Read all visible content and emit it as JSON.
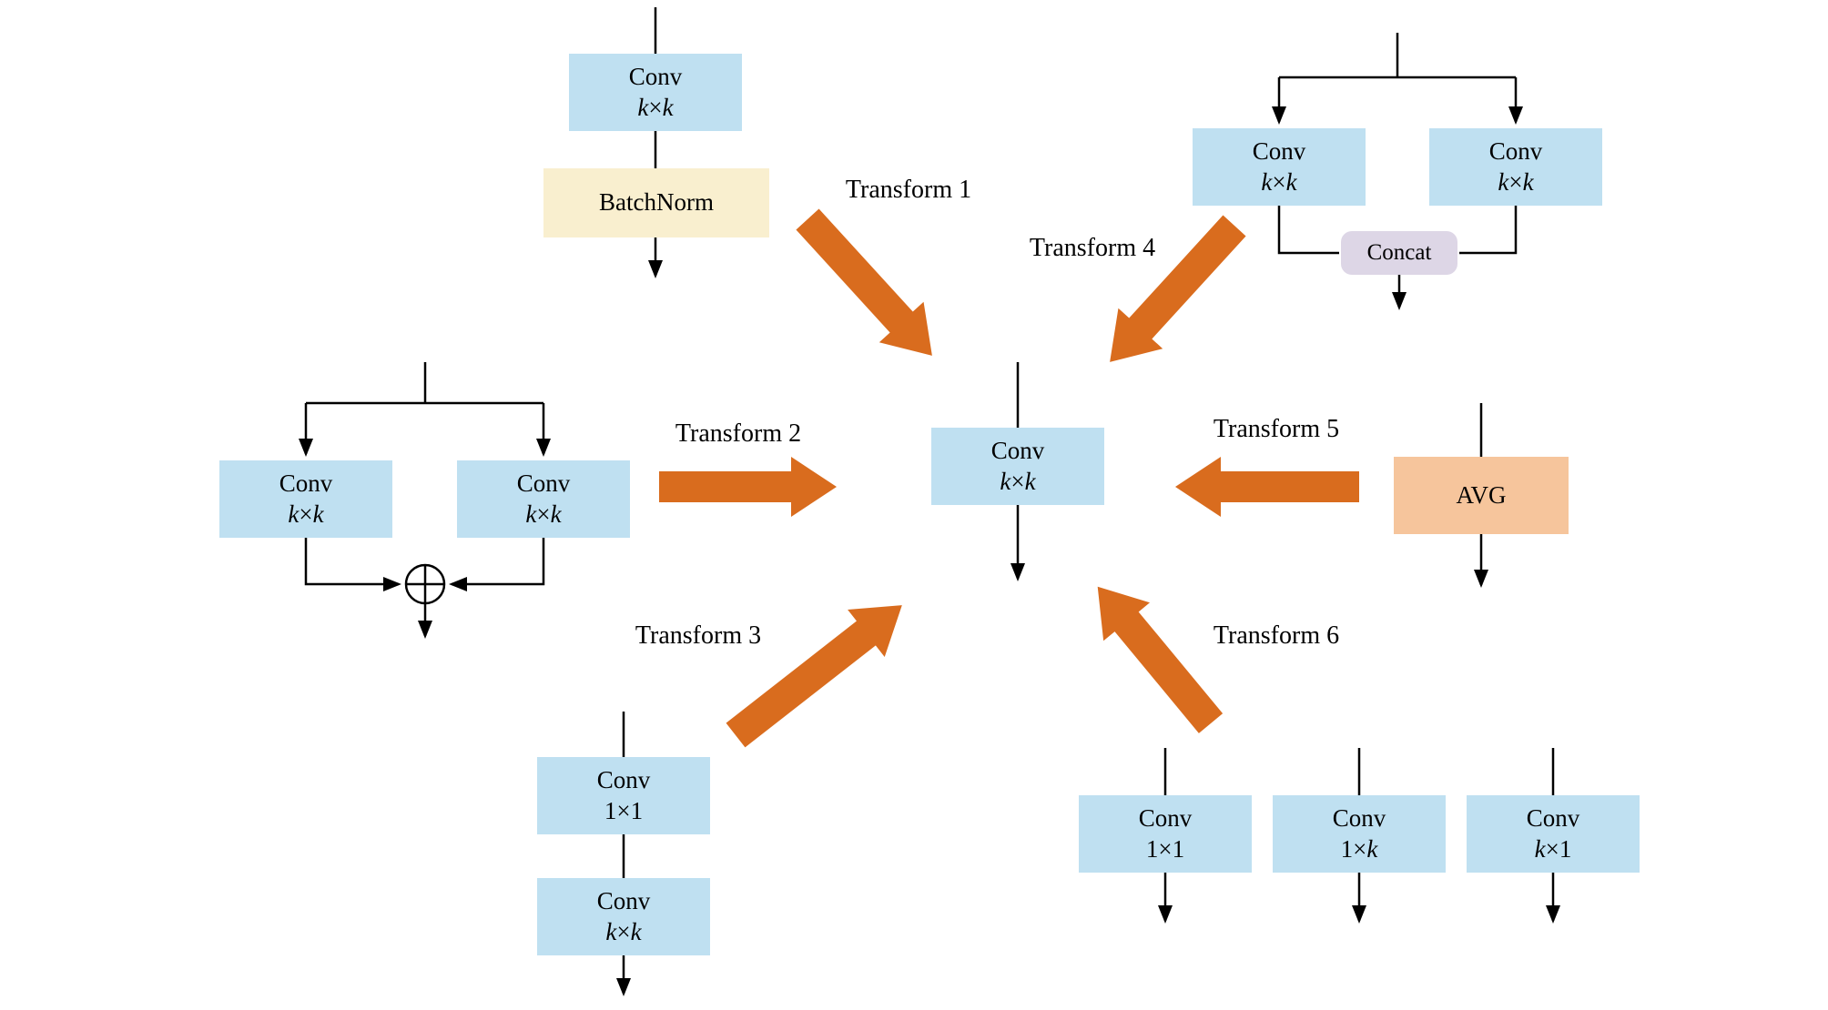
{
  "colors": {
    "conv_fill": "#bfe0f1",
    "batchnorm_fill": "#f9efcf",
    "concat_fill": "#ddd6e6",
    "avg_fill": "#f6c59c",
    "arrow_fill": "#d96c1e",
    "wire": "#000000",
    "text": "#000000",
    "background": "#ffffff"
  },
  "icons": {
    "add_op": "⊕",
    "arrowhead": "▼"
  },
  "transform_labels": [
    "Transform 1",
    "Transform 2",
    "Transform 3",
    "Transform 4",
    "Transform 5",
    "Transform 6"
  ],
  "center_node": {
    "line1": "Conv",
    "line2": "k×k"
  },
  "branch1": {
    "conv": {
      "line1": "Conv",
      "line2": "k×k"
    },
    "batchnorm": "BatchNorm"
  },
  "branch2": {
    "conv_left": {
      "line1": "Conv",
      "line2": "k×k"
    },
    "conv_right": {
      "line1": "Conv",
      "line2": "k×k"
    }
  },
  "branch3": {
    "conv_top": {
      "line1": "Conv",
      "line2": "1×1"
    },
    "conv_bottom": {
      "line1": "Conv",
      "line2": "k×k"
    }
  },
  "branch4": {
    "conv_left": {
      "line1": "Conv",
      "line2": "k×k"
    },
    "conv_right": {
      "line1": "Conv",
      "line2": "k×k"
    },
    "concat": "Concat"
  },
  "branch5": {
    "avg": "AVG"
  },
  "branch6": {
    "conv_1x1": {
      "line1": "Conv",
      "line2": "1×1"
    },
    "conv_1xk": {
      "line1": "Conv",
      "line2": "1×k"
    },
    "conv_kx1": {
      "line1": "Conv",
      "line2": "k×1"
    }
  }
}
